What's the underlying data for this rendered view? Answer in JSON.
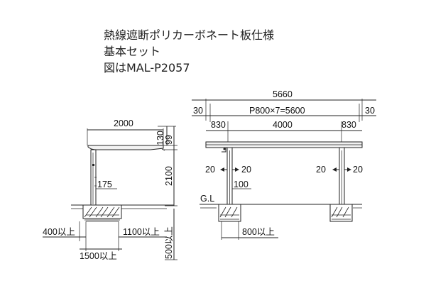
{
  "header": {
    "lines": [
      "熱線遮断ポリカーボネート板仕様",
      "基本セット",
      "図はMAL-P2057"
    ]
  },
  "side_view": {
    "roof_width": "2000",
    "roof_thickness": "130",
    "eave_offset": "99",
    "post_height": "2100",
    "inner_dim": "175",
    "left_clear": "400以上",
    "right_clear": "1100以上",
    "base_width": "1500以上",
    "depth": "500以上"
  },
  "front_view": {
    "total_width": "5660",
    "edge_left": "30",
    "edge_right": "30",
    "pitch": "P800×7=5600",
    "overhang_left": "830",
    "span": "4000",
    "overhang_right": "830",
    "tol_left_1": "20",
    "tol_right_1": "20",
    "tol_left_2": "20",
    "tol_right_2": "20",
    "post_dim": "100",
    "ground_label": "G.L",
    "foundation_clear": "800以上"
  }
}
